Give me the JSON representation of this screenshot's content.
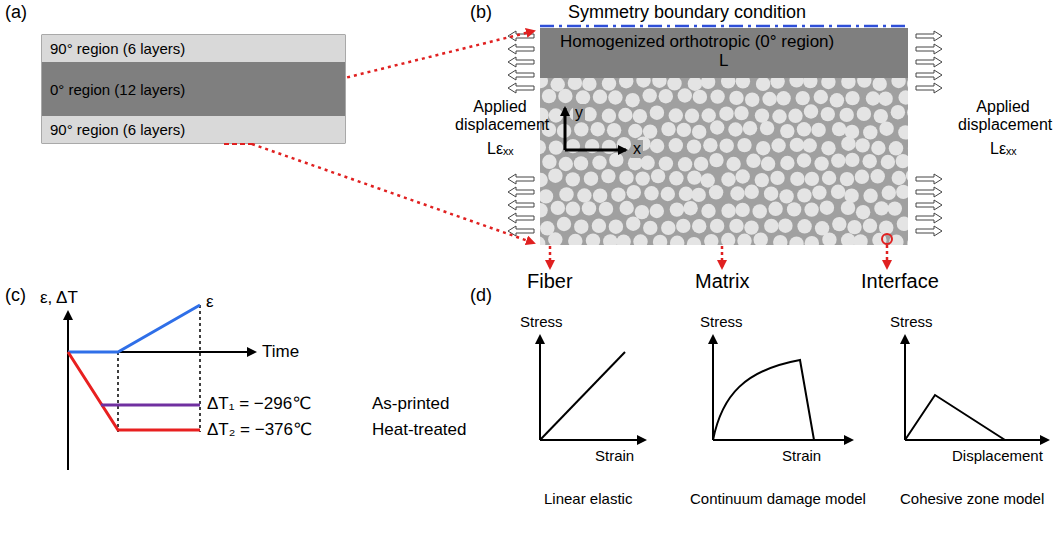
{
  "diagram": {
    "nodes": [
      {
        "text": [
          "90° region (6 layers)"
        ]
      },
      {
        "text": [
          "0° region (12 layers)"
        ]
      },
      {
        "text": [
          "90° region (6 layers)"
        ]
      },
      {
        "text": [
          "Homogenized orthotropic (0° region)"
        ]
      }
    ],
    "labels": [
      "(a)",
      "(b)",
      "Symmetry boundary condition",
      "Applied displacement",
      "Lεₓₓ",
      "Applied displacement",
      "Lεₓₓ",
      "L",
      "y",
      "x",
      "Fiber",
      "Matrix",
      "Interface",
      "(c)",
      "ε, ΔT",
      "Time",
      "ε",
      "ΔT₁ = −296℃",
      "As-printed",
      "ΔT₂ = −376℃",
      "Heat-treated",
      "(d)",
      "Stress",
      "Strain",
      "Stress",
      "Strain",
      "Stress",
      "Displacement",
      "Linear elastic",
      "Continuum damage model",
      "Cohesive zone model"
    ]
  }
}
